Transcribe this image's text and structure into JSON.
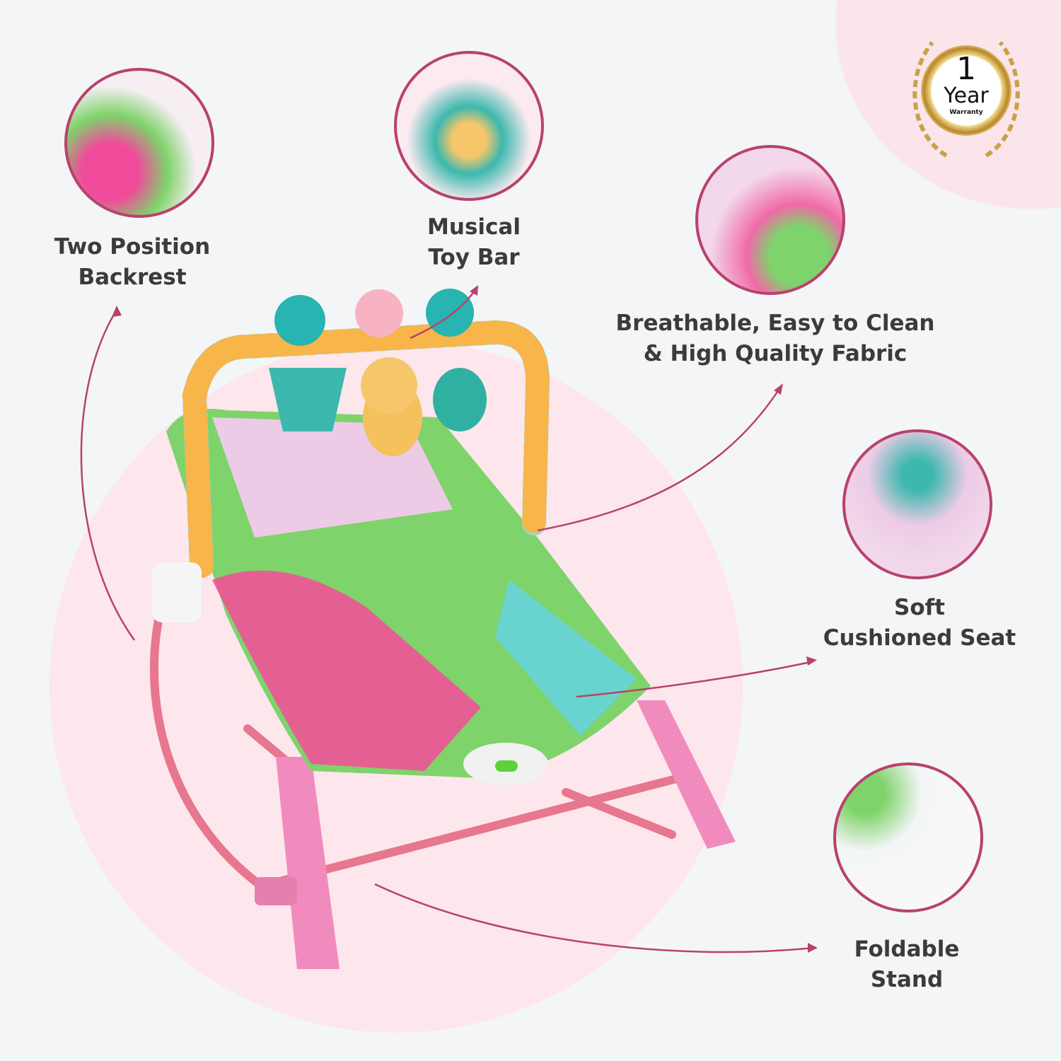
{
  "badge": {
    "number": "1",
    "unit": "Year",
    "caption": "Warranty"
  },
  "features": [
    {
      "line1": "Two Position",
      "line2": "Backrest"
    },
    {
      "line1": "Musical",
      "line2": "Toy Bar"
    },
    {
      "line1": "Breathable, Easy to Clean",
      "line2": "& High Quality Fabric"
    },
    {
      "line1": "Soft",
      "line2": "Cushioned Seat"
    },
    {
      "line1": "Foldable",
      "line2": "Stand"
    }
  ],
  "colors": {
    "accent": "#b8426c",
    "background": "#f4f5f7",
    "pink": "#fde6ec"
  }
}
